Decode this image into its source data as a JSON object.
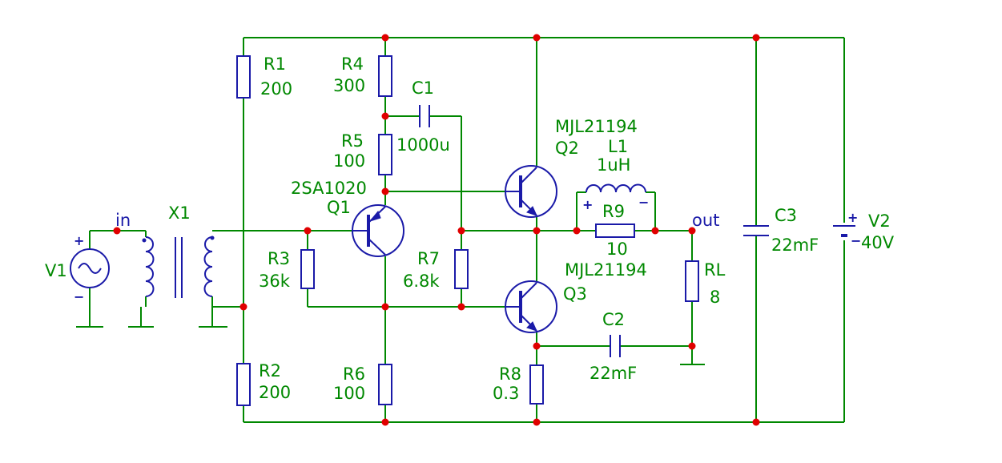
{
  "components": {
    "R1": {
      "name": "R1",
      "value": "200"
    },
    "R2": {
      "name": "R2",
      "value": "200"
    },
    "R3": {
      "name": "R3",
      "value": "36k"
    },
    "R4": {
      "name": "R4",
      "value": "300"
    },
    "R5": {
      "name": "R5",
      "value": "100"
    },
    "R6": {
      "name": "R6",
      "value": "100"
    },
    "R7": {
      "name": "R7",
      "value": "6.8k"
    },
    "R8": {
      "name": "R8",
      "value": "0.3"
    },
    "R9": {
      "name": "R9",
      "value": "10"
    },
    "RL": {
      "name": "RL",
      "value": "8"
    },
    "C1": {
      "name": "C1",
      "value": "1000u"
    },
    "C2": {
      "name": "C2",
      "value": "22mF"
    },
    "C3": {
      "name": "C3",
      "value": "22mF"
    },
    "L1": {
      "name": "L1",
      "value": "1uH"
    },
    "Q1": {
      "name": "Q1",
      "part": "2SA1020"
    },
    "Q2": {
      "name": "Q2",
      "part": "MJL21194"
    },
    "Q3": {
      "name": "Q3",
      "part": "MJL21194"
    },
    "X1": {
      "name": "X1"
    },
    "V1": {
      "name": "V1"
    },
    "V2": {
      "name": "V2",
      "value": "40V"
    }
  },
  "nets": {
    "input": "in",
    "output": "out"
  },
  "polarity": {
    "plus": "+",
    "minus": "−"
  },
  "colors": {
    "wire": "#008800",
    "component": "#1a1aa8",
    "node": "#e00000",
    "label": "#008800",
    "net_label": "#1a1aa8"
  }
}
